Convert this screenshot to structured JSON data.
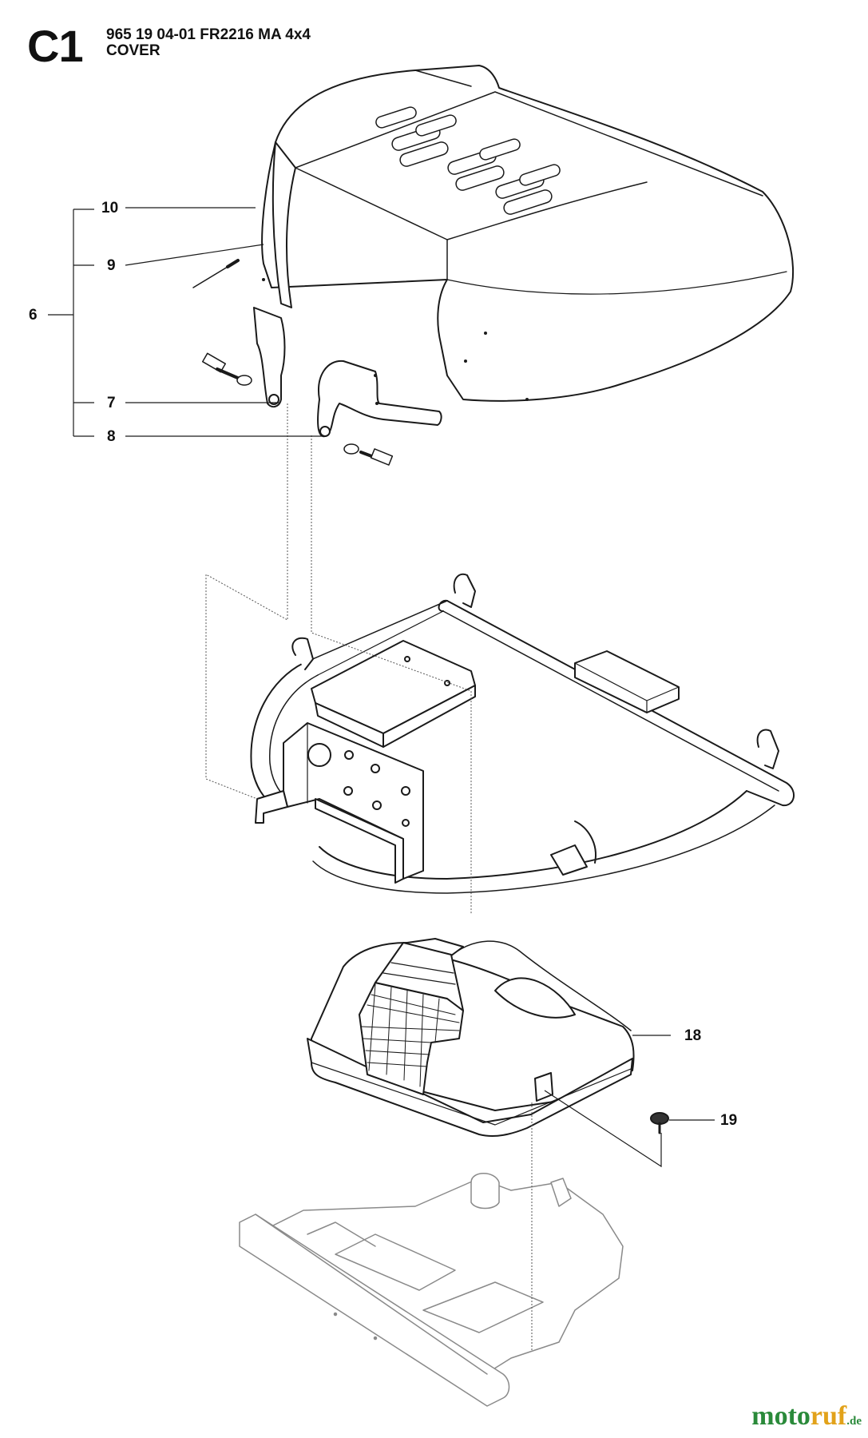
{
  "header": {
    "section": "C1",
    "part_number": "965 19 04-01 FR2216 MA 4x4",
    "subtitle": "COVER"
  },
  "callouts": [
    "10",
    "9",
    "6",
    "7",
    "8",
    "18",
    "19"
  ],
  "watermark": {
    "part1": "moto",
    "part2": "ruf",
    "tld": ".de"
  },
  "colors": {
    "line": "#1a1a1a",
    "fill": "#ffffff",
    "accent_green": "#2a8a3a",
    "accent_orange": "#e2a21a"
  }
}
